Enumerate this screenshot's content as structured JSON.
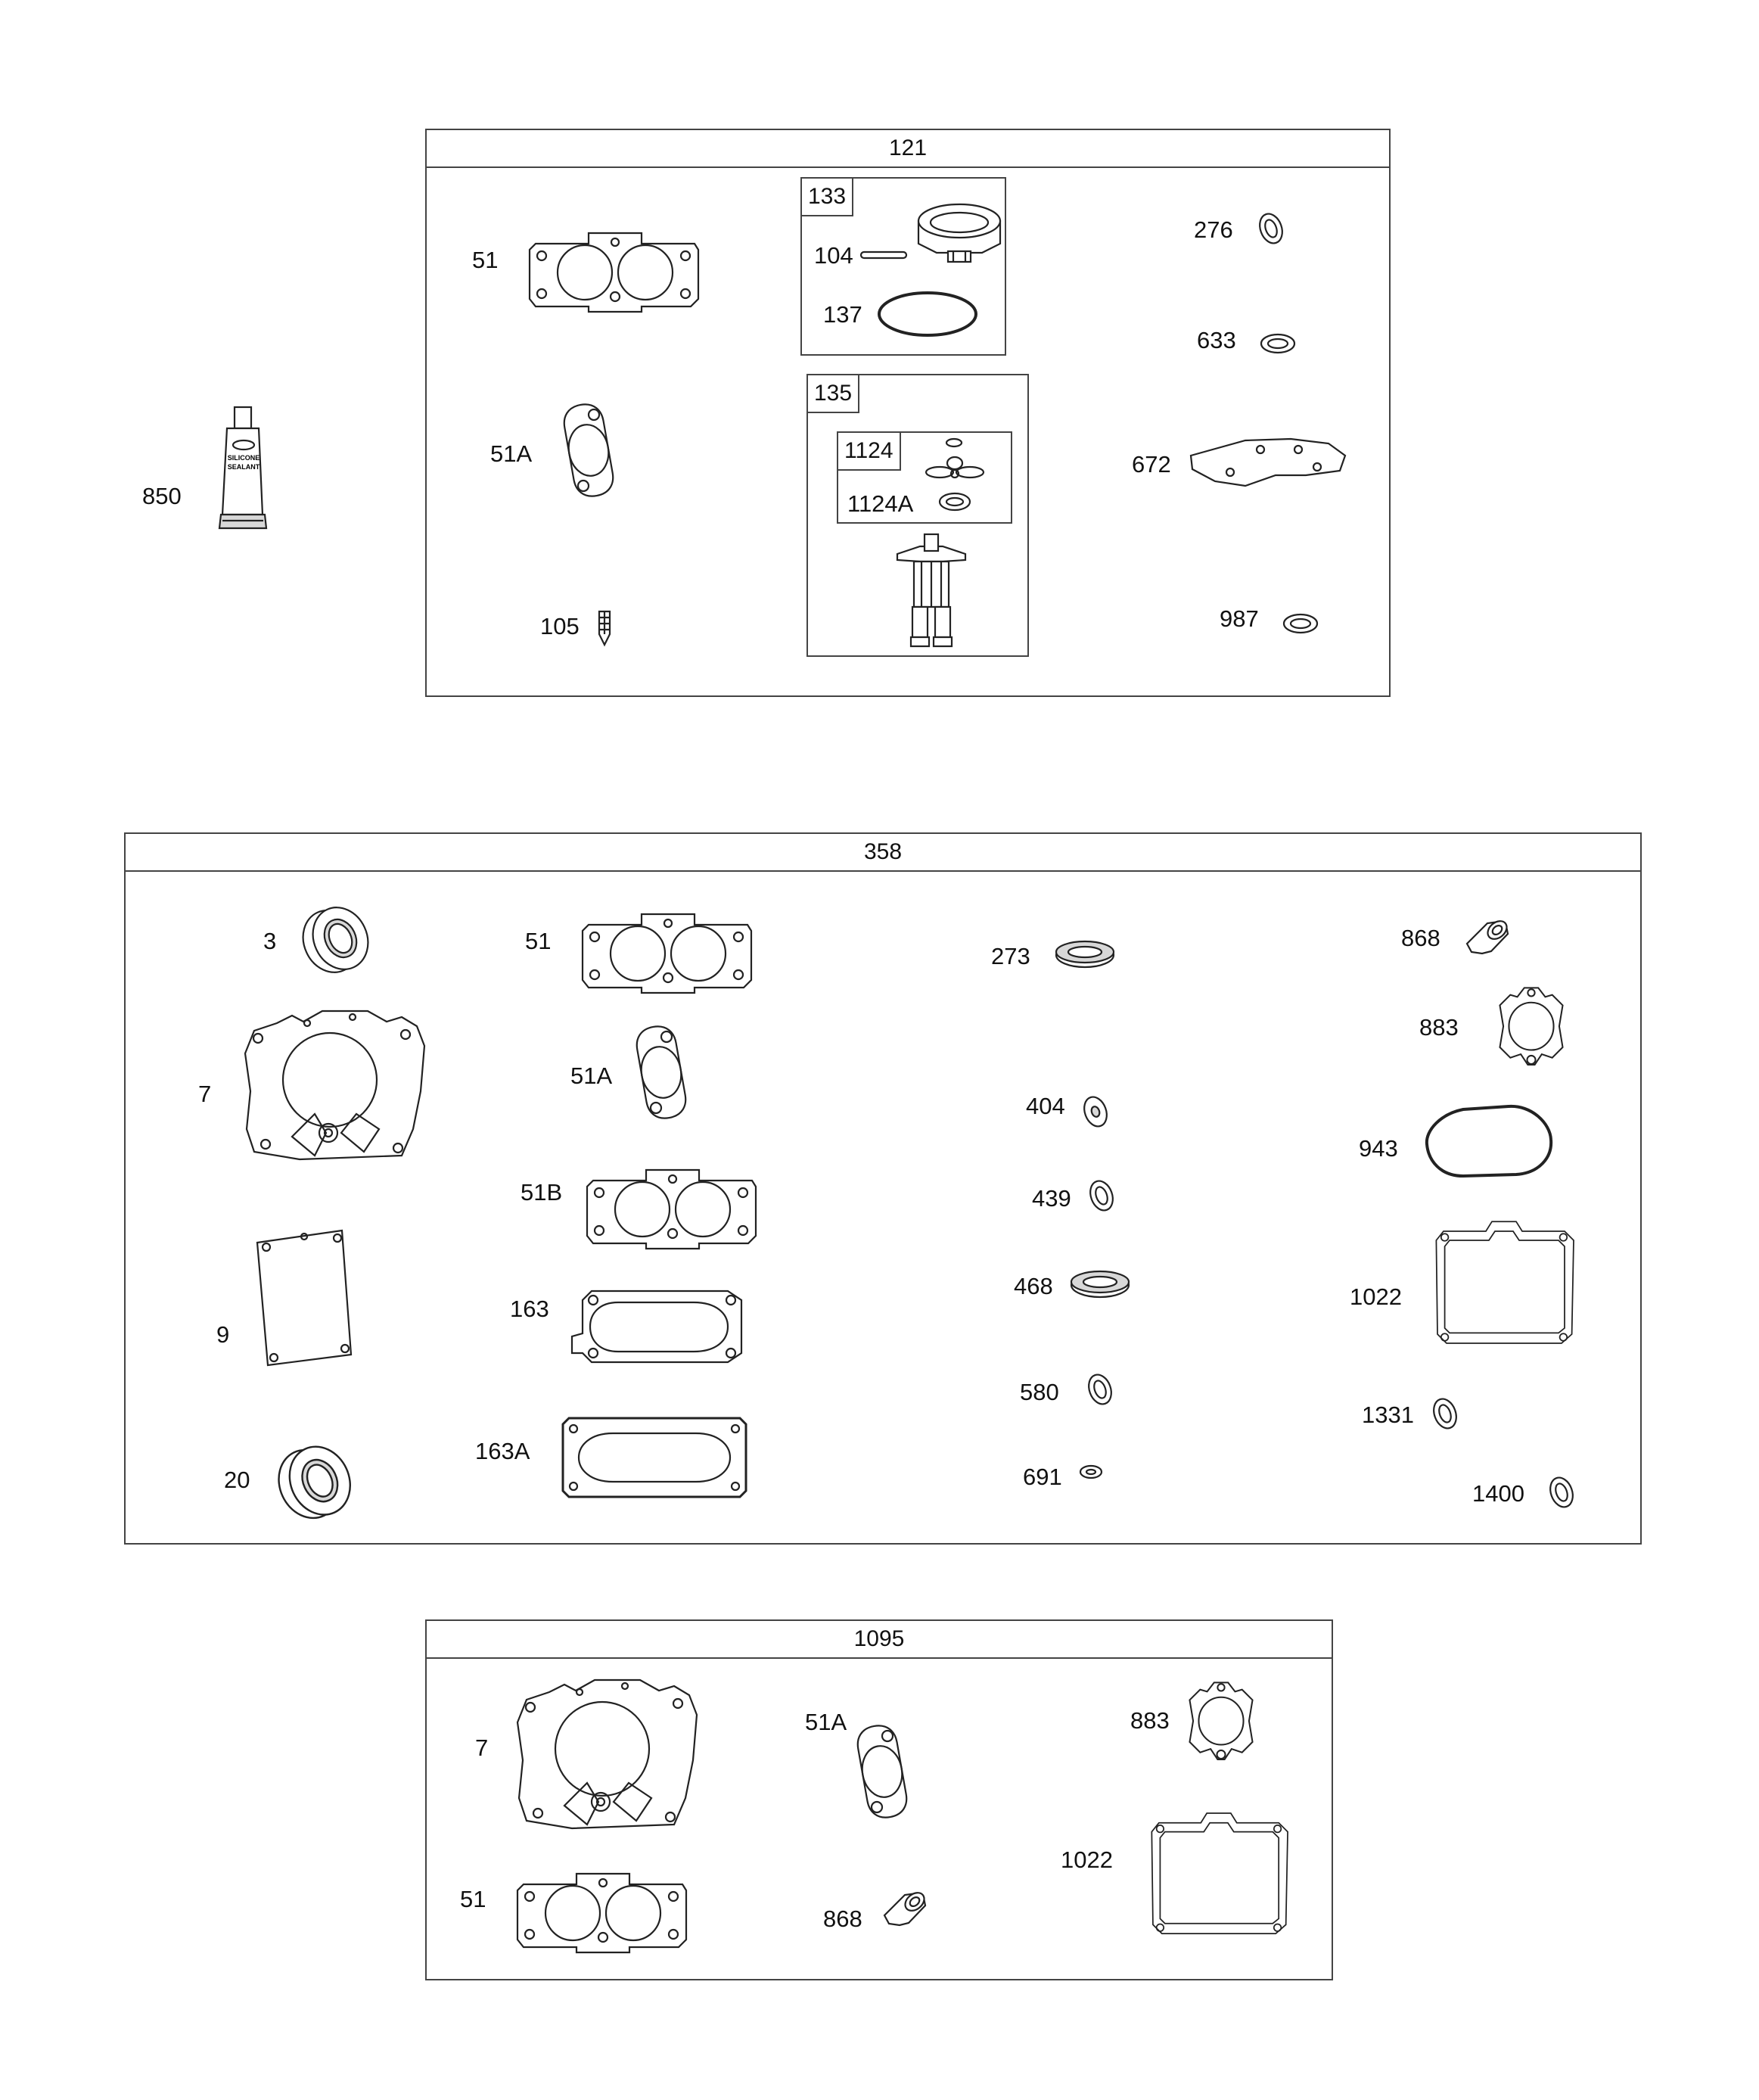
{
  "standalone": {
    "label": "850",
    "tube_text": "SILICONE SEALANT"
  },
  "kit121": {
    "title": "121",
    "labels": {
      "p51": "51",
      "p51a": "51A",
      "p105": "105",
      "p104": "104",
      "p137": "137",
      "p276": "276",
      "p633": "633",
      "p672": "672",
      "p987": "987"
    },
    "sub133": {
      "title": "133"
    },
    "sub135": {
      "title": "135"
    },
    "sub1124": {
      "title": "1124",
      "label_a": "1124A"
    }
  },
  "kit358": {
    "title": "358",
    "labels": {
      "p3": "3",
      "p7": "7",
      "p9": "9",
      "p20": "20",
      "p51": "51",
      "p51a": "51A",
      "p51b": "51B",
      "p163": "163",
      "p163a": "163A",
      "p273": "273",
      "p404": "404",
      "p439": "439",
      "p468": "468",
      "p580": "580",
      "p691": "691",
      "p868": "868",
      "p883": "883",
      "p943": "943",
      "p1022": "1022",
      "p1331": "1331",
      "p1400": "1400"
    }
  },
  "kit1095": {
    "title": "1095",
    "labels": {
      "p7": "7",
      "p51": "51",
      "p51a": "51A",
      "p868": "868",
      "p883": "883",
      "p1022": "1022"
    }
  }
}
